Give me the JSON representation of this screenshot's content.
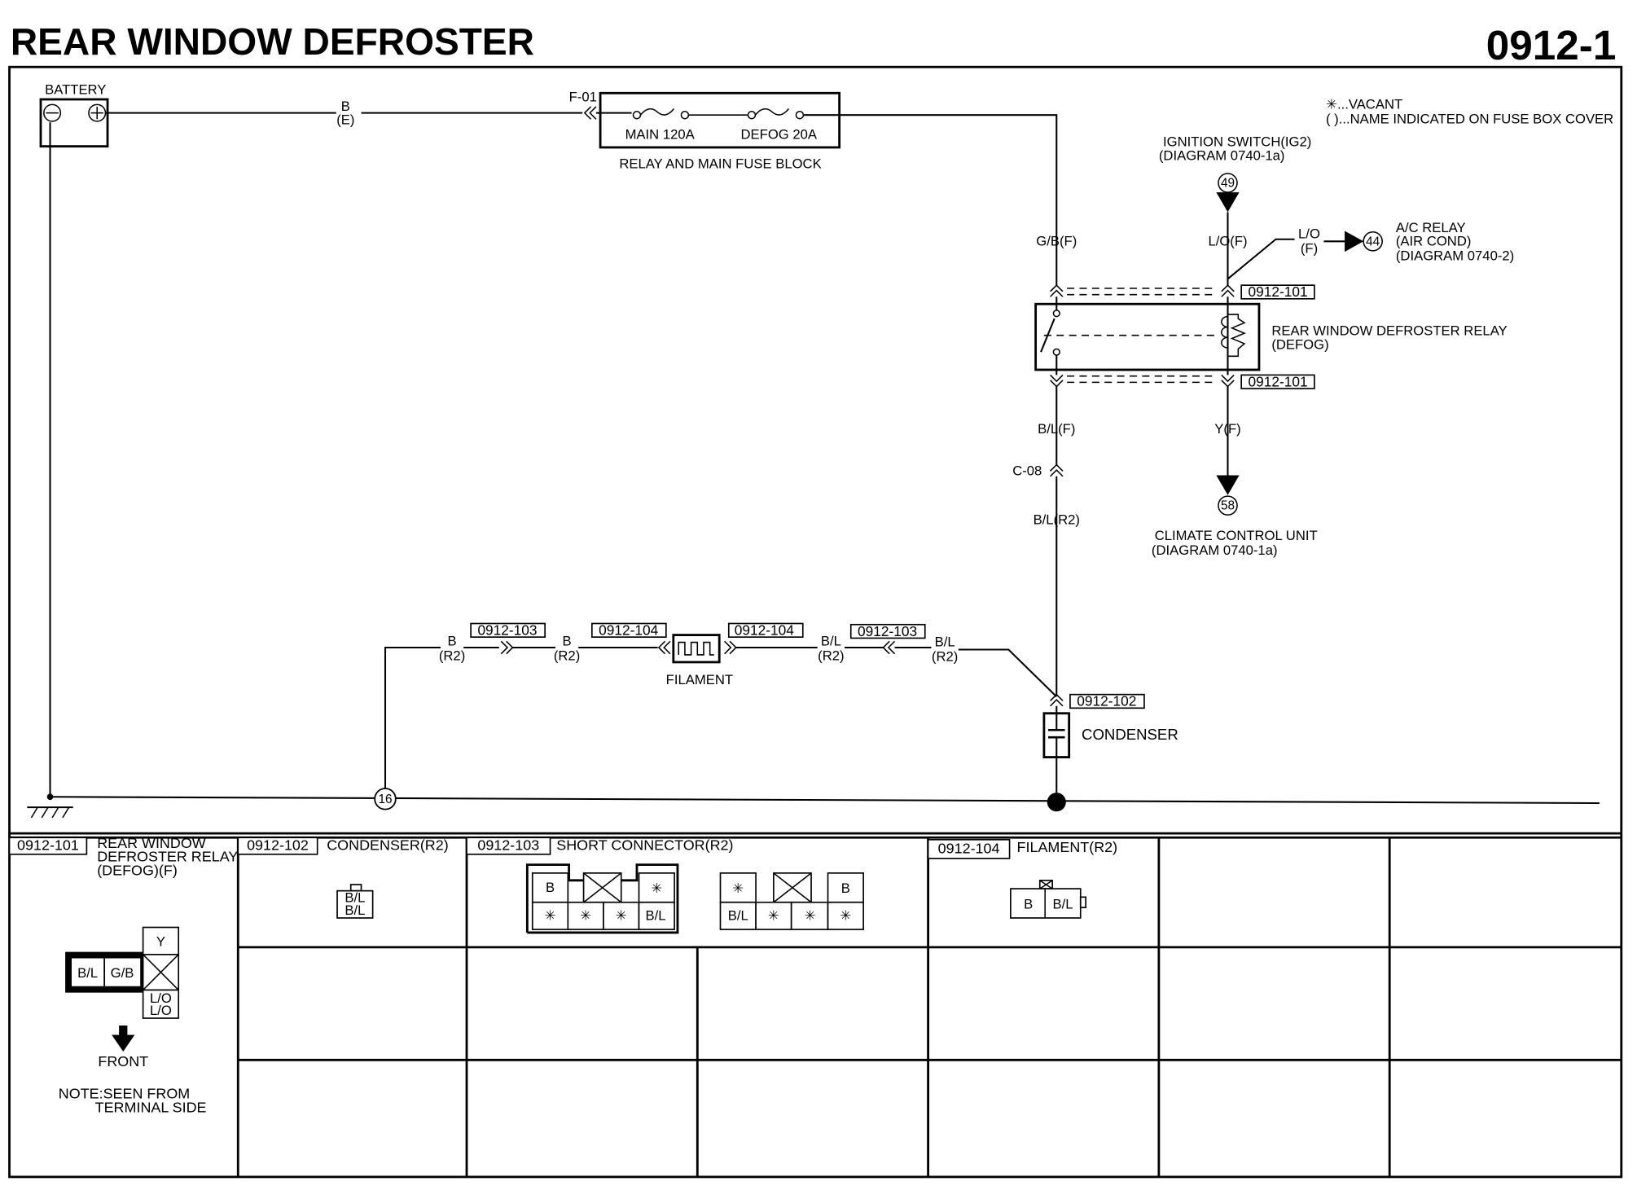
{
  "header": {
    "title": "REAR WINDOW DEFROSTER",
    "diagram_no": "0912-1"
  },
  "legend": {
    "vacant": "✳...VACANT",
    "name": "( )...NAME INDICATED ON FUSE BOX COVER"
  },
  "components": {
    "battery": "BATTERY",
    "fuse_block": {
      "name": "RELAY AND MAIN FUSE BLOCK",
      "fuse_main": "MAIN 120A",
      "fuse_defog": "DEFOG 20A",
      "connector": "F-01"
    },
    "ignition": {
      "line1": "IGNITION SWITCH(IG2)",
      "line2": "(DIAGRAM  0740-1a)",
      "terminal": "49"
    },
    "ac_relay": {
      "line1": "A/C RELAY",
      "line2": "(AIR COND)",
      "line3": "(DIAGRAM 0740-2)",
      "terminal": "44"
    },
    "defrost_relay": {
      "line1": "REAR WINDOW DEFROSTER RELAY",
      "line2": "(DEFOG)",
      "conn_top": "0912-101",
      "conn_bottom": "0912-101"
    },
    "climate": {
      "line1": "CLIMATE CONTROL UNIT",
      "line2": "(DIAGRAM 0740-1a)",
      "terminal": "58"
    },
    "filament": "FILAMENT",
    "condenser": {
      "name": "CONDENSER",
      "connector": "0912-102"
    },
    "ground_point": "16"
  },
  "wires": {
    "bat": {
      "color": "B",
      "harness": "(E)"
    },
    "gb": "G/B(F)",
    "lo": "L/O(F)",
    "lo_ac": {
      "color": "L/O",
      "harness": "(F)"
    },
    "bl_f": "B/L(F)",
    "y_f": "Y(F)",
    "c08": "C-08",
    "bl_r2": "B/L(R2)",
    "b1": {
      "color": "B",
      "harness": "(R2)"
    },
    "b2": {
      "color": "B",
      "harness": "(R2)"
    },
    "bl1": {
      "color": "B/L",
      "harness": "(R2)"
    },
    "bl2": {
      "color": "B/L",
      "harness": "(R2)"
    },
    "conn_103a": "0912-103",
    "conn_104a": "0912-104",
    "conn_104b": "0912-104",
    "conn_103b": "0912-103"
  },
  "connector_table": {
    "c101": {
      "id": "0912-101",
      "name_lines": [
        "REAR WINDOW",
        "DEFROSTER RELAY",
        "(DEFOG)(F)"
      ],
      "pins": {
        "bl": "B/L",
        "gb": "G/B",
        "y": "Y",
        "lo1": "L/O",
        "lo2": "L/O"
      },
      "front": "FRONT",
      "note_lines": [
        "NOTE:SEEN FROM",
        "TERMINAL SIDE"
      ]
    },
    "c102": {
      "id": "0912-102",
      "name": "CONDENSER(R2)",
      "pins": [
        "B/L",
        "B/L"
      ]
    },
    "c103": {
      "id": "0912-103",
      "name": "SHORT CONNECTOR(R2)",
      "left": {
        "top": [
          "B",
          "",
          "✳"
        ],
        "bottom": [
          "✳",
          "✳",
          "✳",
          "B/L"
        ]
      },
      "right": {
        "top": [
          "✳",
          "",
          "B"
        ],
        "bottom": [
          "B/L",
          "✳",
          "✳",
          "✳"
        ]
      }
    },
    "c104": {
      "id": "0912-104",
      "name": "FILAMENT(R2)",
      "pins": [
        "B",
        "B/L"
      ]
    }
  }
}
